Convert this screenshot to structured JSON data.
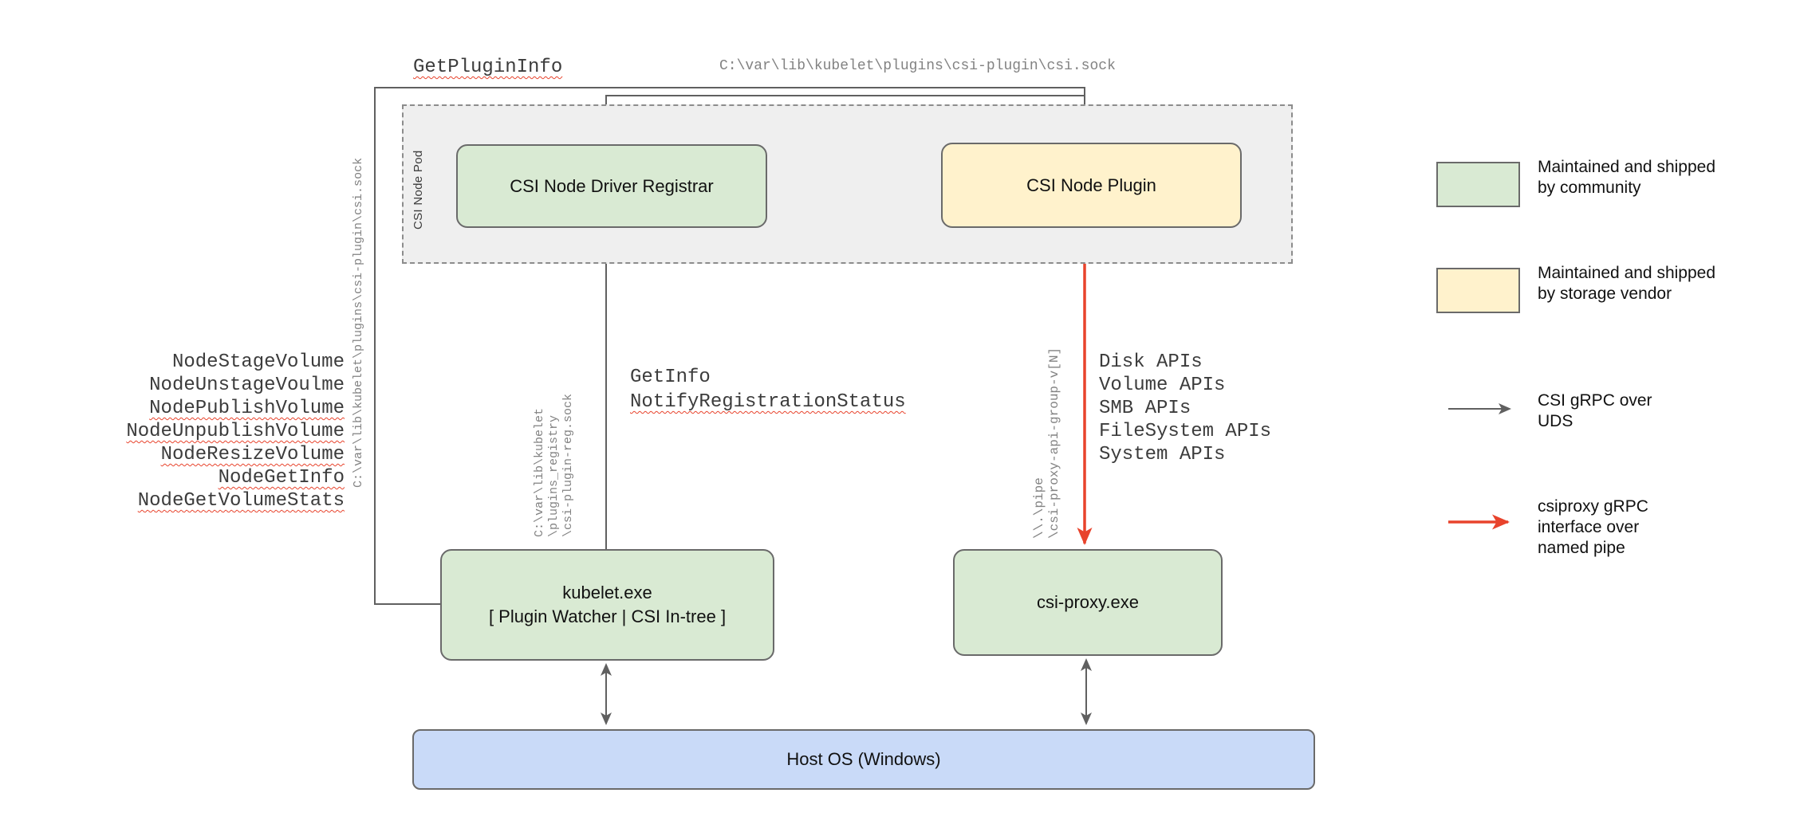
{
  "labels": {
    "get_plugin_info": "GetPluginInfo",
    "top_socket_path": "C:\\var\\lib\\kubelet\\plugins\\csi-plugin\\csi.sock",
    "left_socket_path": "C:\\var\\lib\\kubelet\\plugins\\csi-plugin\\csi.sock",
    "get_info": "GetInfo",
    "notify_registration_status": "NotifyRegistrationStatus"
  },
  "pod": {
    "label": "CSI Node Pod",
    "registrar": "CSI Node Driver Registrar",
    "plugin": "CSI Node Plugin"
  },
  "node_calls": [
    "NodeStageVolume",
    "NodeUnstageVoulme",
    "NodePublishVolume",
    "NodeUnpublishVolume",
    "NodeResizeVolume",
    "NodeGetInfo",
    "NodeGetVolumeStats"
  ],
  "registry_socket_lines": [
    "C:\\var\\lib\\kubelet",
    "\\plugins_registry",
    "\\csi-plugin-reg.sock"
  ],
  "named_pipe_lines": [
    "\\\\.\\pipe",
    "\\csi-proxy-api-group-v[N]"
  ],
  "proxy_apis": [
    "Disk APIs",
    "Volume APIs",
    "SMB APIs",
    "FileSystem APIs",
    "System APIs"
  ],
  "boxes": {
    "kubelet_title": "kubelet.exe",
    "kubelet_subtitle": "[ Plugin Watcher | CSI In-tree ]",
    "csi_proxy": "csi-proxy.exe",
    "host_os": "Host OS (Windows)"
  },
  "legend": {
    "community_line1": "Maintained and shipped",
    "community_line2": "by community",
    "vendor_line1": "Maintained and shipped",
    "vendor_line2": "by storage vendor",
    "uds_line1": "CSI gRPC over",
    "uds_line2": "UDS",
    "pipe_line1": "csiproxy gRPC",
    "pipe_line2": "interface over",
    "pipe_line3": "named pipe"
  },
  "colors": {
    "community_fill": "#d9ead3",
    "vendor_fill": "#fff2cc",
    "host_fill": "#c9daf8",
    "pod_fill": "#efefef",
    "line_gray": "#606060",
    "accent_red": "#e8432c"
  }
}
